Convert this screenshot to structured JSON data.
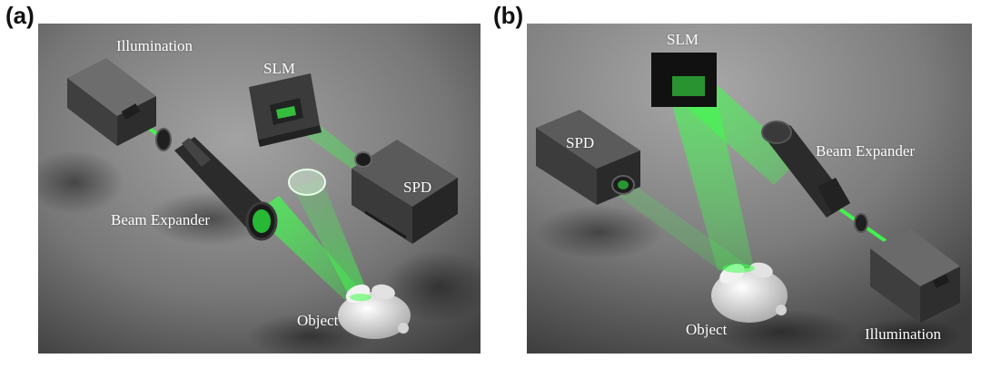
{
  "panels": [
    {
      "tag": "(a)",
      "labels": {
        "illumination": "Illumination",
        "slm": "SLM",
        "spd": "SPD",
        "beam_expander": "Beam Expander",
        "object": "Object"
      }
    },
    {
      "tag": "(b)",
      "labels": {
        "slm": "SLM",
        "spd": "SPD",
        "beam_expander": "Beam Expander",
        "object": "Object",
        "illumination": "Illumination"
      }
    }
  ],
  "colors": {
    "background_light": "#9a9a9a",
    "background_dark": "#3a3a3a",
    "laser_green": "#3dff4a",
    "device_dark": "#2c2c2c",
    "object_white": "#e9e9e9"
  }
}
